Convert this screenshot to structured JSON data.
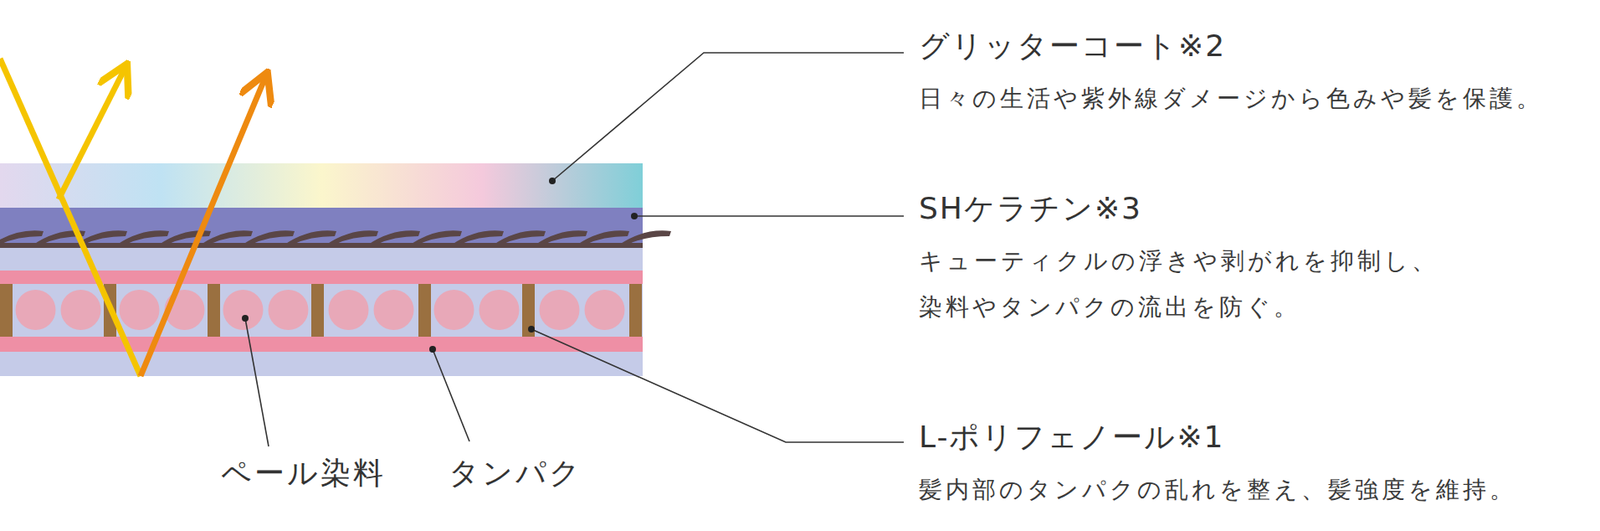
{
  "diagram": {
    "labels": [
      "グリッターコート※2",
      "日々の生活や紫外線ダメージから色みや髪を保護。",
      "SHケラチン※3",
      "キューティクルの浮きや剥がれを抑制し、 染料やタンパクの流出を防ぐ。",
      "L-ポリフェノール※1",
      "髪内部のタンパクの乱れを整え、髪強度を維持。",
      "ペール染料",
      "タンパク"
    ]
  }
}
